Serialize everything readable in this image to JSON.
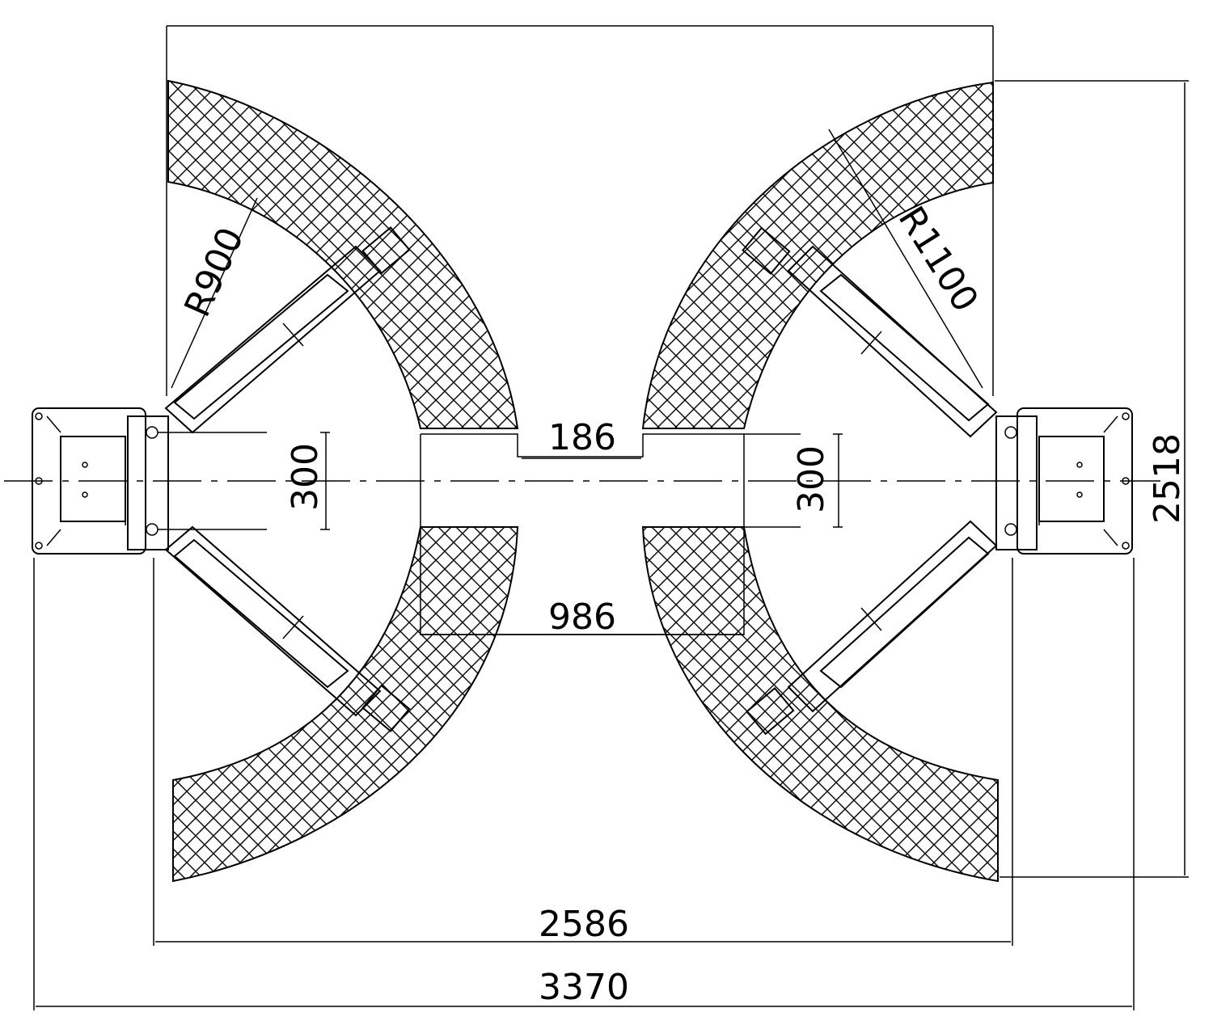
{
  "dimensions": {
    "radius_left": "R900",
    "radius_right": "R1100",
    "gap_top": "186",
    "gap_bottom": "986",
    "pad_spacing_left": "300",
    "pad_spacing_right": "300",
    "inner_width": "2586",
    "overall_width": "3370",
    "overall_depth": "2518"
  },
  "colors": {
    "line": "#000000",
    "background": "#ffffff"
  }
}
